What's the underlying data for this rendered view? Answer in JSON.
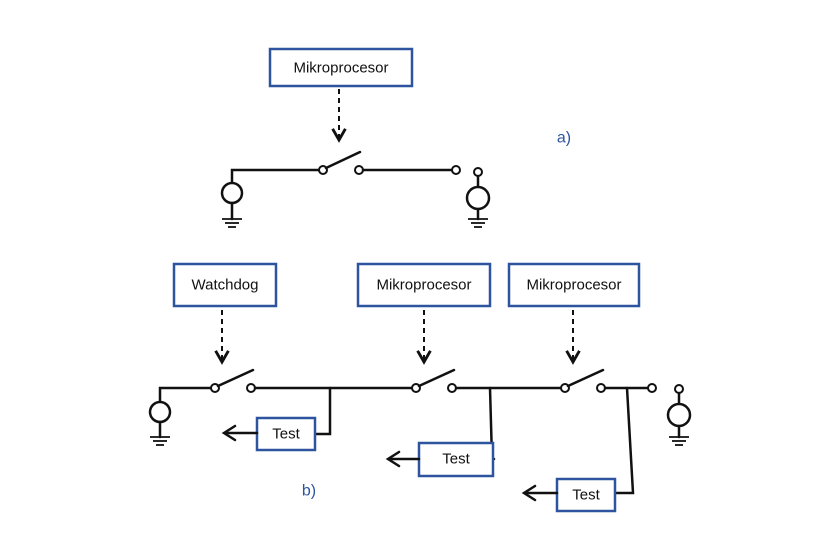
{
  "panel_a": {
    "label": "a)",
    "controller": "Mikroprocesor"
  },
  "panel_b": {
    "label": "b)",
    "controllers": [
      "Watchdog",
      "Mikroprocesor",
      "Mikroprocesor"
    ],
    "tests": [
      "Test",
      "Test",
      "Test"
    ]
  },
  "colors": {
    "box_border": "#2e54a0",
    "label_text": "#2e54a0",
    "wire": "#111111"
  }
}
